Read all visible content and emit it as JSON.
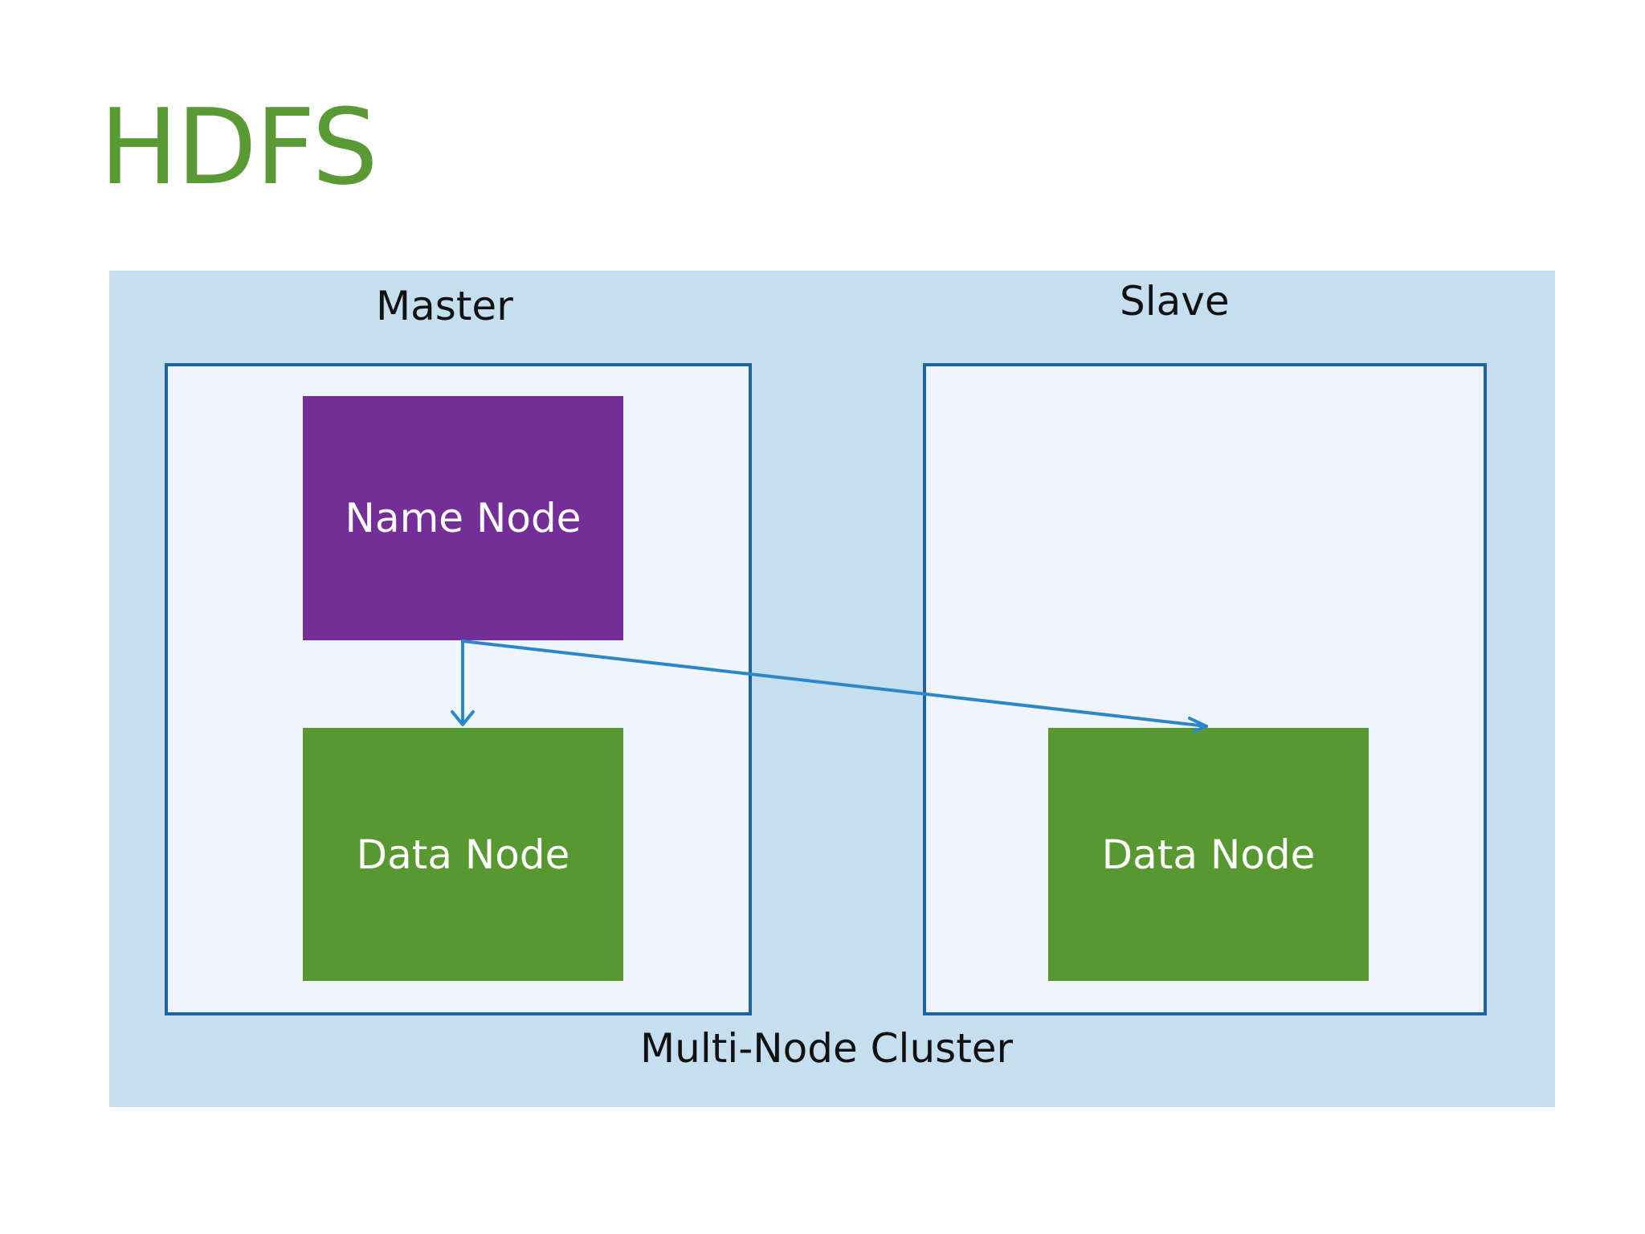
{
  "title": "HDFS",
  "cluster": {
    "label": "Multi-Node Cluster",
    "master": {
      "label": "Master",
      "name_node": "Name Node",
      "data_node": "Data Node"
    },
    "slave": {
      "label": "Slave",
      "data_node": "Data Node"
    }
  },
  "colors": {
    "title": "#5a9a34",
    "cluster_bg": "#c5dff0",
    "box_bg": "#eef5fc",
    "box_border": "#1f64a0",
    "name_node": "#732e98",
    "data_node": "#589830",
    "arrow": "#2e86c8"
  }
}
